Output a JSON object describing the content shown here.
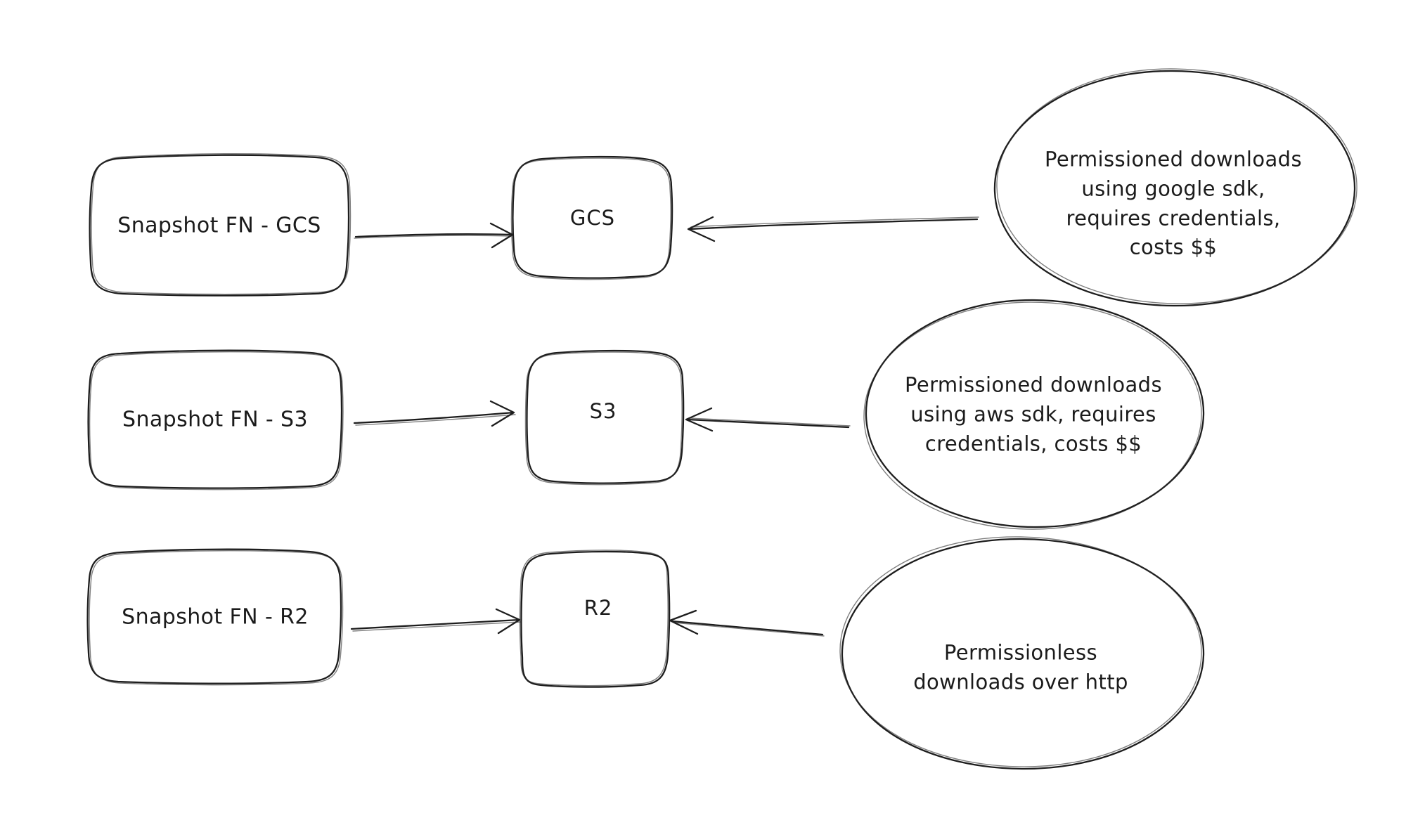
{
  "diagram": {
    "background_color": "#ffffff",
    "stroke_color": "#1d1d1d",
    "text_color": "#1b1b1b",
    "rows": [
      {
        "source": "Snapshot FN - GCS",
        "target": "GCS",
        "note": "Permissioned downloads\nusing google sdk,\nrequires credentials,\ncosts $$"
      },
      {
        "source": "Snapshot FN - S3",
        "target": "S3",
        "note": "Permissioned downloads\nusing aws sdk, requires\ncredentials, costs $$"
      },
      {
        "source": "Snapshot FN - R2",
        "target": "R2",
        "note": "Permissionless\ndownloads over http"
      }
    ]
  }
}
